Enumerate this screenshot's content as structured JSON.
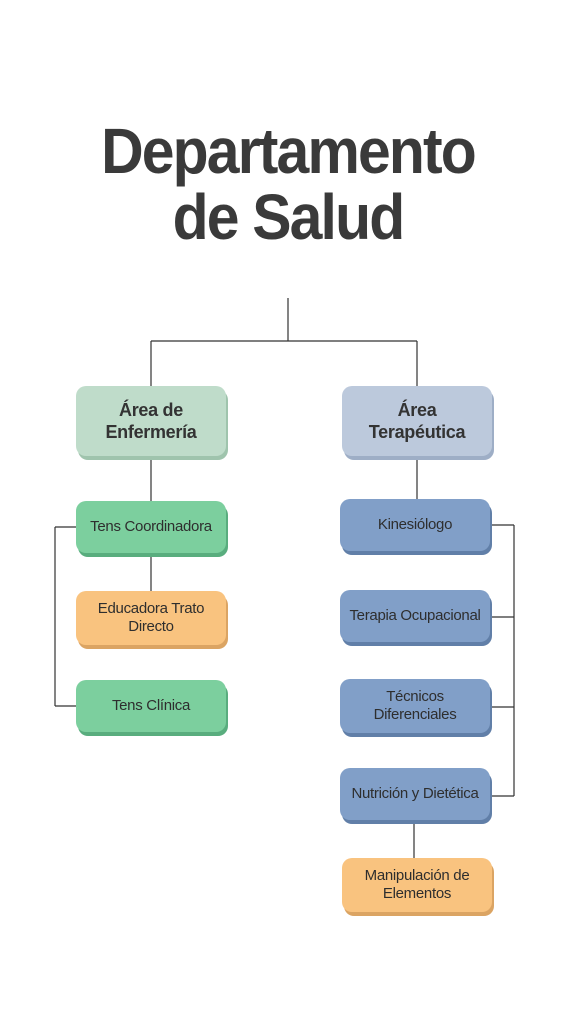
{
  "title": {
    "line1": "Departamento",
    "line2": "de Salud"
  },
  "areas": {
    "enfermeria": {
      "label": "Área de Enfermería"
    },
    "terapeutica": {
      "label": "Área Terapéutica"
    }
  },
  "enfermeria_roles": [
    {
      "label": "Tens Coordinadora",
      "color": "#7ccf9e"
    },
    {
      "label": "Educadora Trato Directo",
      "color": "#f9c37f"
    },
    {
      "label": "Tens Clínica",
      "color": "#7ccf9e"
    }
  ],
  "terapeutica_roles": [
    {
      "label": "Kinesiólogo",
      "color": "#819fc8"
    },
    {
      "label": "Terapia Ocupacional",
      "color": "#819fc8"
    },
    {
      "label": "Técnicos Diferenciales",
      "color": "#819fc8"
    },
    {
      "label": "Nutrición y Dietética",
      "color": "#819fc8"
    },
    {
      "label": "Manipulación de Elementos",
      "color": "#f9c37f"
    }
  ]
}
